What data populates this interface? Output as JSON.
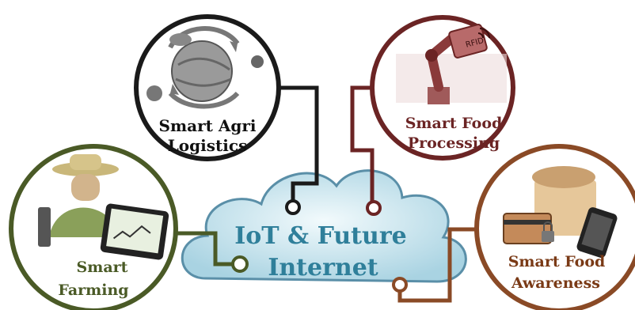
{
  "center": {
    "line1": "IoT & Future",
    "line2": "Internet"
  },
  "nodes": {
    "agri_logistics": {
      "line1": "Smart Agri",
      "line2": "Logistics",
      "color": "#1a1a1a"
    },
    "food_processing": {
      "line1": "Smart Food",
      "line2": "Processing",
      "color": "#6b2424",
      "tag": "RFID"
    },
    "farming": {
      "line1": "Smart",
      "line2": "Farming",
      "color": "#4a5a26"
    },
    "food_awareness": {
      "line1": "Smart Food",
      "line2": "Awareness",
      "color": "#8a4a26"
    }
  },
  "colors": {
    "cloud_fill": "#cfe8f0",
    "cloud_stroke": "#5a8fa8",
    "center_text": "#2f7f9a"
  }
}
